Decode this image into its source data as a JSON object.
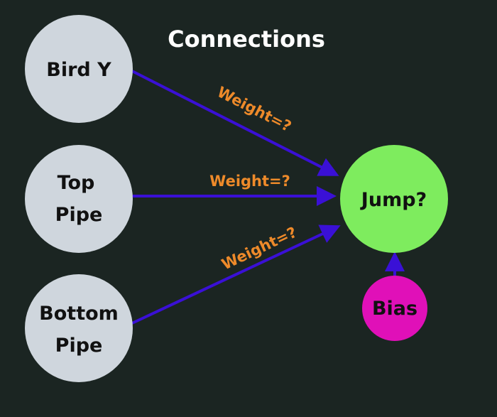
{
  "title": "Connections",
  "colors": {
    "background": "#1b2522",
    "input_node": "#cfd6dd",
    "output_node": "#7eec5e",
    "bias_node": "#e010b8",
    "connection": "#3a10d6",
    "weight_text": "#ee8a2a"
  },
  "inputs": [
    {
      "lines": [
        "Bird Y"
      ]
    },
    {
      "lines": [
        "Top",
        "Pipe"
      ]
    },
    {
      "lines": [
        "Bottom",
        "Pipe"
      ]
    }
  ],
  "output": {
    "label": "Jump?"
  },
  "bias": {
    "label": "Bias"
  },
  "weights": [
    "Weight=?",
    "Weight=?",
    "Weight=?"
  ]
}
